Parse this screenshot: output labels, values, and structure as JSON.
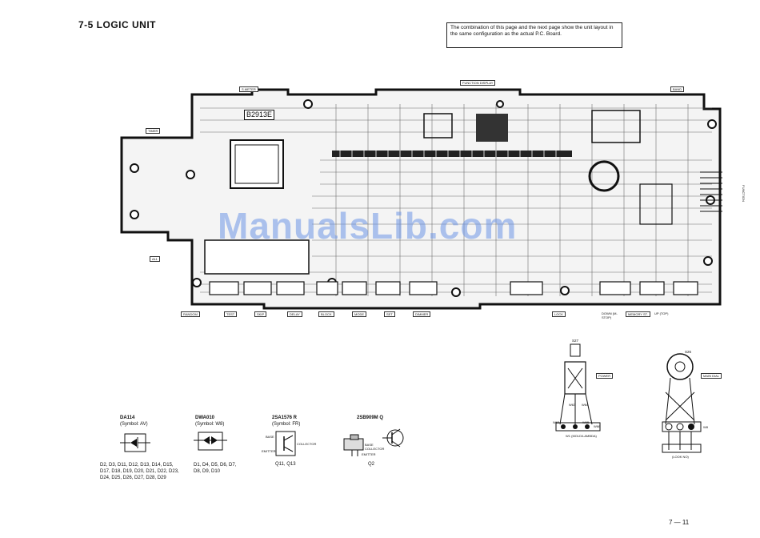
{
  "page": {
    "title": "7-5 LOGIC UNIT",
    "note": "The combination of this page and the next page show the unit layout in the same configuration as the actual P.C. Board.",
    "page_number": "7 — 11",
    "watermark": "ManualsLib.com"
  },
  "board": {
    "code": "B2913E",
    "labels_top": [
      "S.METER",
      "FUNCTION DISPLAY",
      "BAND"
    ],
    "labels_left": [
      "TIMER",
      "A11"
    ],
    "labels_bottom": [
      "RANDOM",
      "TEST",
      "SKIP",
      "DELAY",
      "BLOCK",
      "MODE",
      "SET",
      "DIMMER",
      "LOCK",
      "DOWN (M-STOP)",
      "MEMORY ST.",
      "UP (TOP)"
    ],
    "label_right": "FUNCTION"
  },
  "components": [
    {
      "part": "DA114",
      "symbol": "(Symbol: AV)",
      "refs": "D2, D3, D11, D12, D13, D14, D15, D17, D18, D19, D20, D21, D22, D23, D24, D25, D26, D27, D28, D29"
    },
    {
      "part": "DWA010",
      "symbol": "(Symbol: W8)",
      "refs": "D1, D4, D5, D6, D7, D8, D9, D10"
    },
    {
      "part": "2SA1576 R",
      "symbol": "(Symbol: FR)",
      "refs": "Q11, Q13",
      "pins": [
        "BASE",
        "COLLECTOR",
        "EMITTER"
      ]
    },
    {
      "part": "2SB909M Q",
      "symbol": "",
      "refs": "Q2",
      "pins": [
        "BASE",
        "COLLECTOR",
        "EMITTER"
      ]
    }
  ],
  "switches": {
    "power": {
      "ref": "S27",
      "label": "POWER",
      "pins": [
        "W62",
        "W63",
        "W64",
        "W65",
        "W66"
      ],
      "text": "W1 (MOLD/LAMBDA)"
    },
    "rotary": {
      "ref": "S26",
      "label": "MAIN DIAL",
      "text": "(LOOK NO)",
      "pins": [
        "W8"
      ]
    }
  }
}
